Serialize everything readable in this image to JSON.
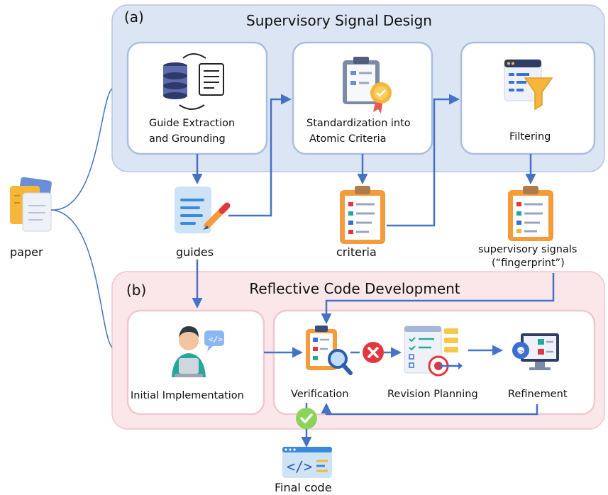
{
  "panel_a": {
    "tag": "(a)",
    "title": "Supervisory Signal Design"
  },
  "panel_b": {
    "tag": "(b)",
    "title": "Reflective Code Development"
  },
  "paper": {
    "label": "paper"
  },
  "steps_a": {
    "guide_extraction": {
      "line1": "Guide Extraction",
      "line2": "and Grounding"
    },
    "standardization": {
      "line1": "Standardization into",
      "line2": "Atomic Criteria"
    },
    "filtering": {
      "label": "Filtering"
    }
  },
  "artifacts": {
    "guides": "guides",
    "criteria": "criteria",
    "signals_line1": "supervisory signals",
    "signals_line2": "(“fingerprint”)"
  },
  "steps_b": {
    "initial_implementation": "Initial Implementation",
    "verification": "Verification",
    "revision_planning": "Revision Planning",
    "refinement": "Refinement"
  },
  "output": {
    "label": "Final code"
  },
  "colors": {
    "panel_a_fill": "#dce5f3",
    "panel_a_border": "#b7c7e0",
    "panel_b_fill": "#fbe7ea",
    "panel_b_border": "#f0c6cd",
    "box_border_a": "#a9bedf",
    "box_border_b": "#f1c7ce",
    "arrow": "#4472c4",
    "reject": "#e0383e",
    "accept": "#8bd45a"
  }
}
